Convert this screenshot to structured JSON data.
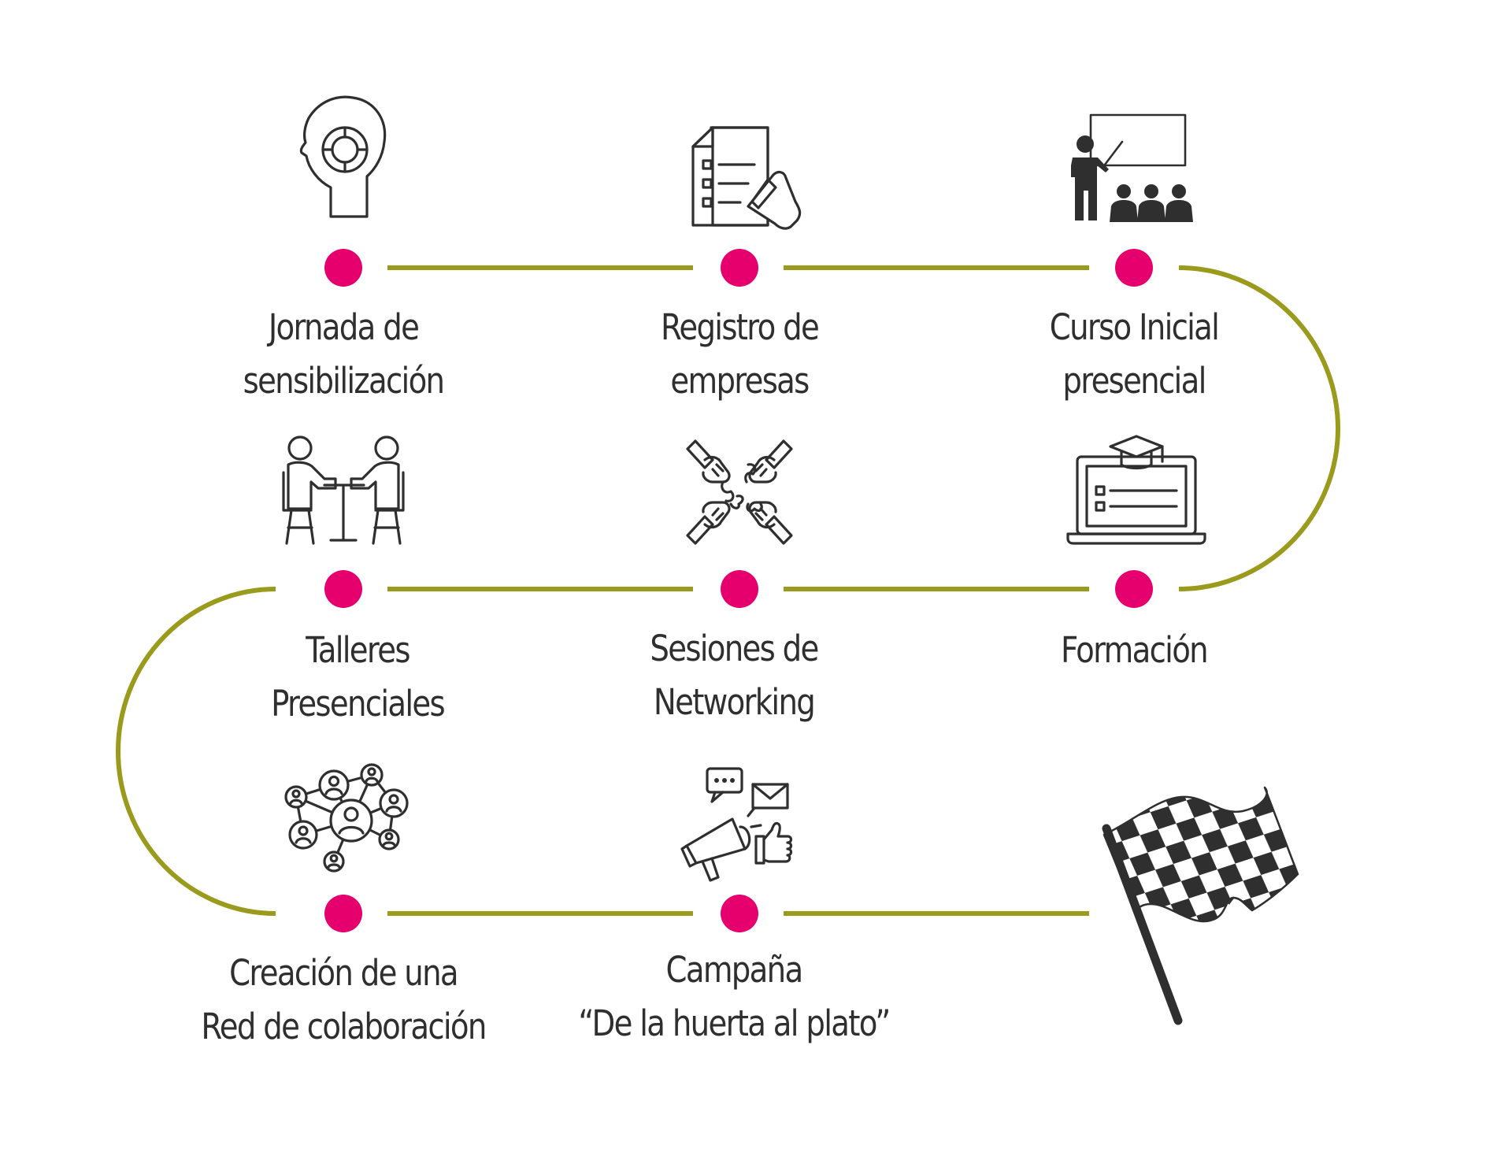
{
  "colors": {
    "track": "#9a9a1c",
    "dot": "#e5006d",
    "icon": "#2f2f2f",
    "text": "#2f2f2f"
  },
  "steps": [
    {
      "icon": "head-gears-icon",
      "line1": "Jornada de",
      "line2": "sensibilización"
    },
    {
      "icon": "registration-form-icon",
      "line1": "Registro de",
      "line2": "empresas"
    },
    {
      "icon": "classroom-presentation-icon",
      "line1": "Curso Inicial",
      "line2": "presencial"
    },
    {
      "icon": "laptop-graduation-icon",
      "line1": "Formación",
      "line2": ""
    },
    {
      "icon": "puzzle-hands-icon",
      "line1": "Sesiones de",
      "line2": "Networking"
    },
    {
      "icon": "people-meeting-table-icon",
      "line1": "Talleres",
      "line2": "Presenciales"
    },
    {
      "icon": "network-people-icon",
      "line1": "Creación de una",
      "line2": "Red de colaboración"
    },
    {
      "icon": "marketing-megaphone-icon",
      "line1": "Campaña",
      "line2": "“De la huerta al plato”"
    }
  ],
  "finish": {
    "icon": "checkered-flag-icon"
  }
}
